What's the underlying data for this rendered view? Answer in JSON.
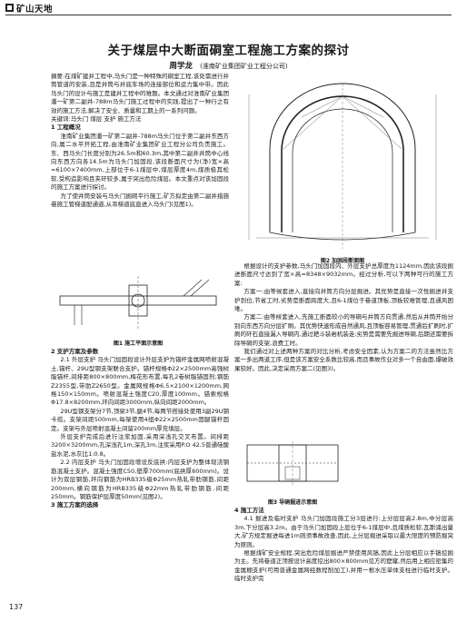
{
  "header": {
    "section": "矿山天地"
  },
  "article": {
    "title": "关于煤层中大断面硐室工程施工方案的探讨",
    "author": "周学龙",
    "affiliation": "(淮南矿业集团矿业工程分公司)",
    "abstract": "摘要:在煤矿建井工程中,马头门是一种特殊的硐室工程,该处需进行井筒管道的安装,且是井筒与井底车场的连接部位和运力集中带。因此马头门的设计与施工是建井工程中的难题。本文通过对淮南矿业集团潘一矿第二副井-788m马头门施工过程中的实践,提出了一种行之有效的施工方法,解决了安全、质量和工期上的一系列问题。",
    "keywords": "关键词:马头门 煤层 支护 施工方法",
    "left_paragraphs": [
      {
        "text": "1 工程概况",
        "heading": true
      },
      {
        "text": "淮南矿业集团潘一矿第二副井-788m马头门位于第二副井东西方向,属二水平开拓工程,由淮南矿业集团矿业工程分公司负责施工。东、西马头门长度分别为26.5m和60.3m,其中第二副井井筒中心线向东西方向各14.5m为马头门加固段,该段断面尺寸为(净)宽×高=6100×7400mm,上部位于6-1煤层中,煤层厚度4m,煤质极其松软,受构造影响且夹矸较多,属于突出危险煤层。本文重点对该加固段的施工方案进行探讨。"
      },
      {
        "text": "为了使井筒安装与马头门掘砌平行施工,矿方拟定由第二副井措施巷施工管梯道配通道,从吊梯道底直进入马头门(见图1)。"
      },
      {
        "text": "2 支护方案及参数",
        "heading": true
      },
      {
        "text": "2.1 外层支护 马头门加固段设计外层支护为锚杆金属网喷射混凝土,锚杆、29U型钢支架联合支护。锚杆规格Φ22×2500mm高强树脂锚杆,间排距800×800mm,梅花形布置,每孔2卷树脂锚固剂;钢筋Z2355型,带肋Z2650型。金属网规格Φ6.5×2100×1200mm,网格150×150mm。喷射混凝土强度C20,厚度100mm。锚索规格Φ17.8×8200mm,环向间距3000mm,纵向间距2000mm。"
      },
      {
        "text": "29U型钢支架分7节,顶梁3节,腿4节,每两节搭接处使用3副29U钢卡缆。支架间距500mm,每架使用4组Φ22×2500mm固腿锚杆固定。支架与外层喷射混凝土间留200mm厚充填层。"
      },
      {
        "text": "外层支护完成后进行注浆加固,采用深浅孔交叉布置。间排距3200×3200mm,孔深浅孔1m,深孔3m,注浆采用P.O 42.5普通硅酸盐水泥,水灰比1:0.8。"
      },
      {
        "text": "2.2 内层支护 马头门加固段增设反底拱:内层支护为整体现浇钢筋混凝土支护。混凝土强度C50,壁厚700mm(底拱厚600mm)。设计为双层钢筋,环向钢筋为HRB335级Φ25mm热轧带肋钢筋,间距200mm,横向钢筋为HRB335级Φ22mm热轧带肋钢筋,间距250mm。钢筋保护层厚度50mm(见图2)。"
      },
      {
        "text": "3 施工方案的选择",
        "heading": true
      }
    ],
    "right_paragraphs": [
      {
        "text": "根据设计的支护参数,马头门加固段内、外层支护总厚度为1124mm,因此该段掘进断面尺寸达到了宽×高=8348×9032mm。经过分析,可以下两种可行的施工方案:"
      },
      {
        "text": "方案一:由等候套进入,直接向并筒方向分层掘进。其优势是直接一次性掘进并支护到位,节省工时,劣势是断面跨度大,且6-1煤位于巷道顶板,顶板较难管理,且通风困难。"
      },
      {
        "text": "方案二:由等候套进入,先施工断面较小的导硐与井筒方向贯通,然后从井筒开始分别向东西方向分层扩刷。其优势快速形成自然通风,且顶板容易管理,贯通后扩刷时,扩刷的矸石直接漏入导硐内,通过耙斗装岩机装走;劣势是需要先掘进导硐,后期还需要拆除导硐的支架,浪费工时。"
      },
      {
        "text": "我们通过对上述两种方案的对比分析,考虑安全因素,认为方案二的方法虽然比方案一多出两道工序,但是该方案安全系数比较高,而且事故作业对多一个自由面,爆破效果较好。因此,决定采用方案二(见图3)。"
      },
      {
        "text": "4 施工方法",
        "heading": true
      },
      {
        "text": "4.1 掘进及临时支护 马头门加固段施工分3层进行:上分层层高2.8m,中分层高3m,下分层高3.2m。由于马头门加固段上层位于6-1煤层中,且煤质松软,瓦斯涌出量大,矿方规定掘进每进1m则须事故改查,因此,上分层掘进采取以最大限度的预防掘突为原则。"
      },
      {
        "text": "根据煤矿安全规程,突出危险煤层掘进严禁使用风镐,因此上分层相应以手镐挖掘为主。先将巷道正顶按设计高度挖出800×800mm见方的窟窿,然后用上相应密集的金属棚支护(可用普通金属网经数程削加工),并用一根水压单体支柱进行临时支护。临时支护完"
      }
    ],
    "fig1_caption": "图1 施工平面示意图",
    "fig2_caption": "图2 加固段断面图",
    "fig3_caption": "图3 导硐掘进示意图",
    "page_number": "137"
  },
  "colors": {
    "ink": "#1a1a1a",
    "rule": "#333333"
  }
}
